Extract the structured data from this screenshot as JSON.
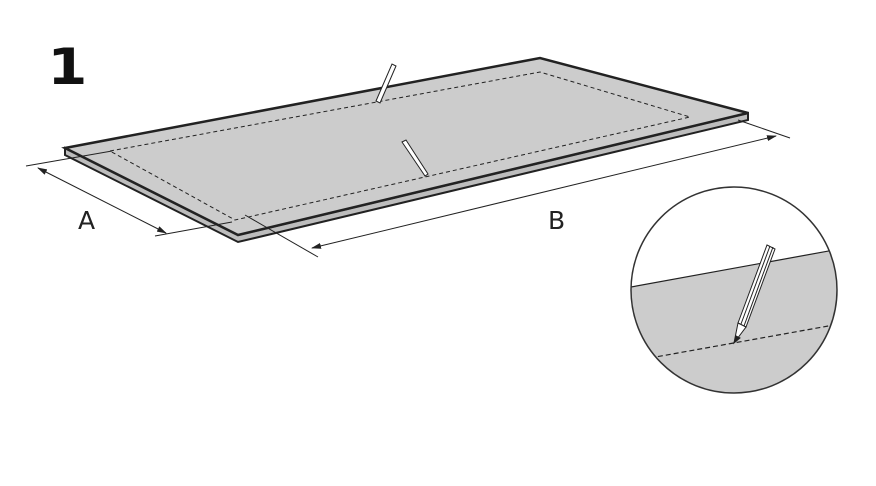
{
  "step_number": "1",
  "dimension_labels": {
    "a": "A",
    "b": "B"
  },
  "colors": {
    "panel_fill": "#cccccc",
    "line": "#222222"
  }
}
